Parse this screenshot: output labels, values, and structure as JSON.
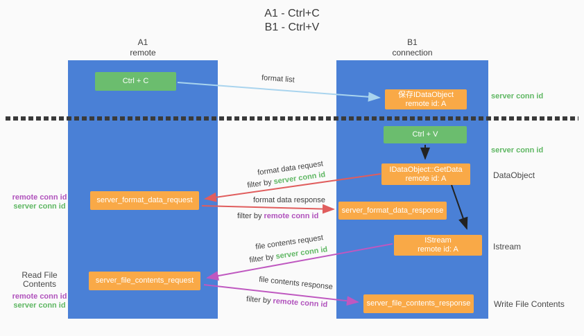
{
  "title": {
    "line1": "A1 - Ctrl+C",
    "line2": "B1 - Ctrl+V"
  },
  "columns": {
    "a1": {
      "name": "A1",
      "subtitle": "remote"
    },
    "b1": {
      "name": "B1",
      "subtitle": "connection"
    }
  },
  "nodes": {
    "ctrl_c": {
      "label": "Ctrl + C"
    },
    "save_idataobject": {
      "line1": "保存IDataObject",
      "line2": "remote id: A"
    },
    "ctrl_v": {
      "label": "Ctrl + V"
    },
    "getdata": {
      "line1": "IDataObject::GetData",
      "line2": "remote id: A"
    },
    "server_format_data_request": {
      "label": "server_format_data_request"
    },
    "server_format_data_response": {
      "label": "server_format_data_response"
    },
    "istream": {
      "line1": "IStream",
      "line2": "remote id: A"
    },
    "server_file_contents_request": {
      "label": "server_file_contents_request"
    },
    "server_file_contents_response": {
      "label": "server_file_contents_response"
    }
  },
  "side_labels": {
    "server_conn_id_top": "server conn id",
    "server_conn_id_mid": "server conn id",
    "dataobject": "DataObject",
    "istream": "Istream",
    "write_file_contents": "Write File Contents",
    "read_file_contents": "Read File Contents",
    "left_top": {
      "remote": "remote conn id",
      "server": "server conn id"
    },
    "left_bottom": {
      "remote": "remote conn id",
      "server": "server conn id"
    }
  },
  "arrow_labels": {
    "format_list": "format list",
    "format_data_request": "format data request",
    "format_data_response": "format data response",
    "file_contents_request": "file contents request",
    "file_contents_response": "file contents response",
    "filter_by": "filter by",
    "server_conn_id": "server conn id",
    "remote_conn_id": "remote conn id"
  },
  "colors": {
    "column_blue": "#4a80d6",
    "node_green": "#6bbd6e",
    "node_orange": "#f9a947",
    "arrow_blue": "#a9d4ee",
    "arrow_red": "#e05d5d",
    "arrow_magenta": "#bf58c0",
    "arrow_black": "#222222",
    "text_green": "#5fb763",
    "text_purple": "#b052bc"
  }
}
